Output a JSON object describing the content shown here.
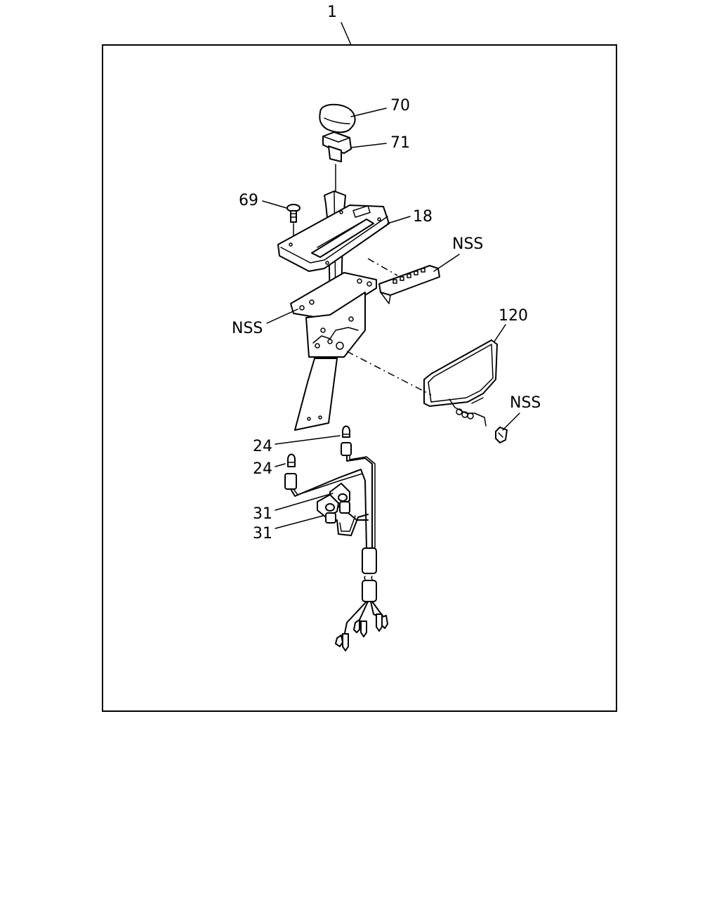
{
  "callouts": {
    "assembly": "1",
    "knob": "70",
    "knob_base": "71",
    "screw": "69",
    "cover_plate": "18",
    "indicator_nss": "NSS",
    "bracket_nss": "NSS",
    "frame": "120",
    "clip_nss": "NSS",
    "bulb_upper": "24",
    "bulb_lower": "24",
    "socket_upper": "31",
    "socket_lower": "31"
  }
}
